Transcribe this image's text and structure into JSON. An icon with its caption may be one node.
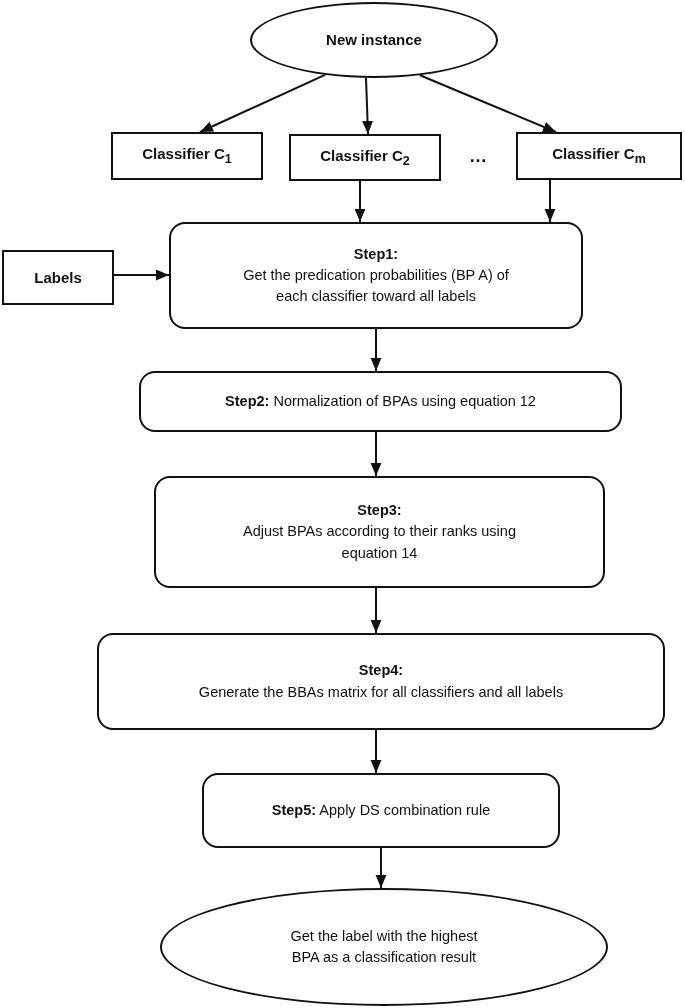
{
  "diagram": {
    "nodes": [
      {
        "text": [
          "New instance"
        ]
      },
      {
        "text": [
          "Classifier C$_{1}$"
        ]
      },
      {
        "text": [
          "Classifier C$_{2}$"
        ]
      },
      {
        "text": [
          "Classifier C$_{m}$"
        ]
      },
      {
        "text": [
          "Labels"
        ]
      },
      {
        "text": [
          "Step1:",
          "Get the predication probabilities (BP A) of each classifier toward all labels"
        ]
      },
      {
        "text": [
          "**Step2:** Normalization of BPAs using equation 12"
        ]
      },
      {
        "text": [
          "Step3:",
          "Adjust BPAs according to their ranks using equation 14"
        ]
      },
      {
        "text": [
          "Step4:",
          "Generate the BBAs matrix for all classifiers and all labels"
        ]
      },
      {
        "text": [
          "**Step5:** Apply DS combination rule"
        ]
      },
      {
        "text": [
          "Get the label with the highest BPA as a classification result"
        ]
      }
    ],
    "edges": [
      {
        "from": 0,
        "to": 1,
        "arrow": "to"
      },
      {
        "from": 0,
        "to": 2,
        "arrow": "to"
      },
      {
        "from": 0,
        "to": 3,
        "arrow": "to"
      },
      {
        "from": 2,
        "to": 5,
        "arrow": "to"
      },
      {
        "from": 3,
        "to": 5,
        "arrow": "to"
      },
      {
        "from": 4,
        "to": 5,
        "arrow": "to"
      },
      {
        "from": 5,
        "to": 6,
        "arrow": "to"
      },
      {
        "from": 6,
        "to": 7,
        "arrow": "to"
      },
      {
        "from": 7,
        "to": 8,
        "arrow": "to"
      },
      {
        "from": 8,
        "to": 9,
        "arrow": "to"
      },
      {
        "from": 9,
        "to": 10,
        "arrow": "to"
      }
    ],
    "labels": [
      "…"
    ]
  }
}
